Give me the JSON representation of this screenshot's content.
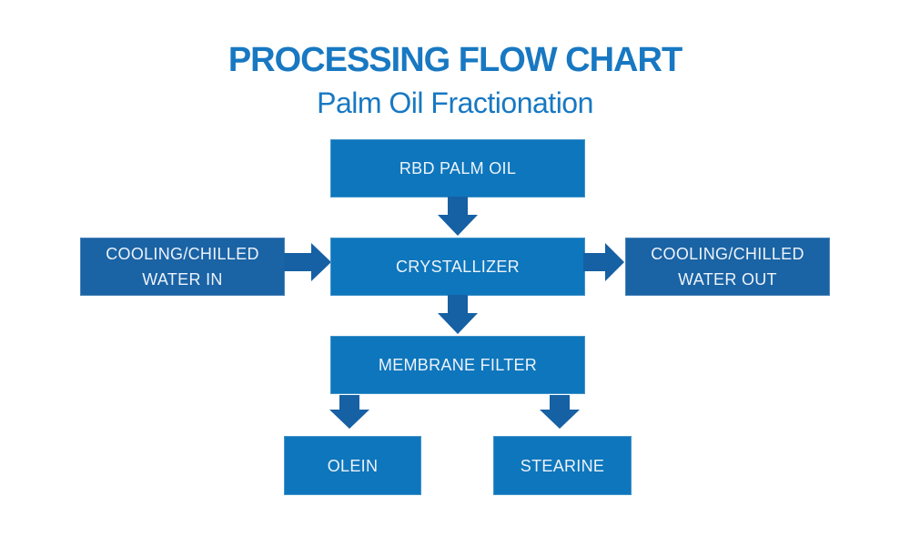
{
  "header": {
    "title": "PROCESSING FLOW CHART",
    "subtitle": "Palm Oil Fractionation"
  },
  "nodes": {
    "rbd": {
      "label": "RBD PALM OIL"
    },
    "cooling_in": {
      "line1": "COOLING/CHILLED",
      "line2": "WATER IN"
    },
    "crystallizer": {
      "label": "CRYSTALLIZER"
    },
    "cooling_out": {
      "line1": "COOLING/CHILLED",
      "line2": "WATER OUT"
    },
    "membrane": {
      "label": "MEMBRANE FILTER"
    },
    "olein": {
      "label": "OLEIN"
    },
    "stearine": {
      "label": "STEARINE"
    }
  },
  "flow": {
    "edges": [
      {
        "from": "RBD PALM OIL",
        "to": "CRYSTALLIZER",
        "direction": "down"
      },
      {
        "from": "COOLING/CHILLED WATER IN",
        "to": "CRYSTALLIZER",
        "direction": "right"
      },
      {
        "from": "CRYSTALLIZER",
        "to": "COOLING/CHILLED WATER OUT",
        "direction": "right"
      },
      {
        "from": "CRYSTALLIZER",
        "to": "MEMBRANE FILTER",
        "direction": "down"
      },
      {
        "from": "MEMBRANE FILTER",
        "to": "OLEIN",
        "direction": "down"
      },
      {
        "from": "MEMBRANE FILTER",
        "to": "STEARINE",
        "direction": "down"
      }
    ]
  },
  "colors": {
    "background": "#FFFFFF",
    "title_text": "#1878C2",
    "box_primary": "#0E76BC",
    "box_secondary": "#1A63A5",
    "arrow": "#1660A4",
    "box_text": "#EDF3FA"
  }
}
